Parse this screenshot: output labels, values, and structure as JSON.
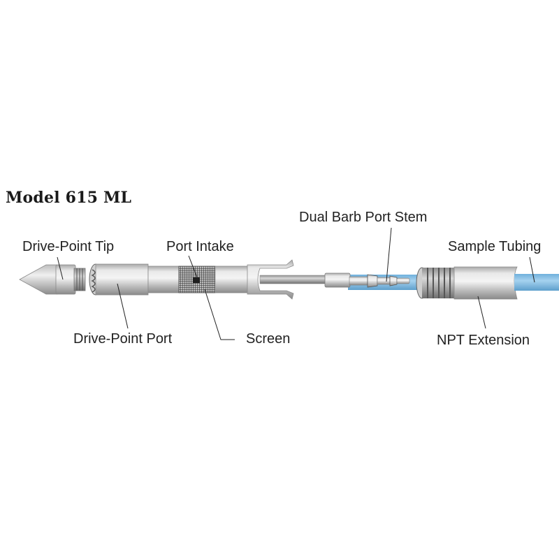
{
  "diagram": {
    "title": "Model 615 ML",
    "labels": {
      "drive_point_tip": "Drive-Point Tip",
      "port_intake": "Port Intake",
      "dual_barb_port_stem": "Dual Barb Port Stem",
      "sample_tubing": "Sample Tubing",
      "drive_point_port": "Drive-Point Port",
      "screen": "Screen",
      "npt_extension": "NPT Extension"
    },
    "colors": {
      "steel_light": "#e6e6e6",
      "steel_mid": "#b4b4b4",
      "steel_dark": "#7a7a7a",
      "tubing_blue": "#8ec3e6",
      "tubing_blue_dark": "#5a9fcf",
      "screen_mesh": "#3a3a3a",
      "text": "#222222"
    }
  }
}
